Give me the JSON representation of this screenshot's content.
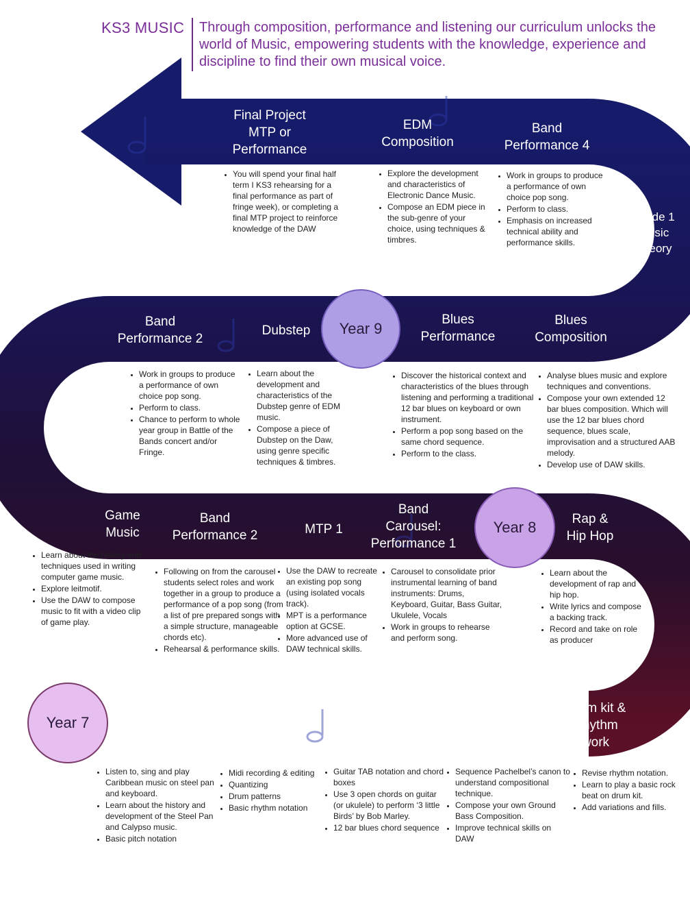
{
  "header": {
    "title": "KS3 MUSIC",
    "tagline": "Through composition, performance and listening our curriculum unlocks the world of Music, empowering students with the knowledge, experience and discipline to find their own musical voice."
  },
  "colors": {
    "row1": "#151a66",
    "row2": "#1a1240",
    "row3": "#23102e",
    "row4": "#4a0f22",
    "year9_circle": "#ad9ee6",
    "year8_circle": "#c9a3e8",
    "year7_circle": "#e6bff0",
    "header_text": "#7a2e98"
  },
  "years": {
    "year9": "Year 9",
    "year8": "Year 8",
    "year7": "Year 7"
  },
  "row1": {
    "final_project": {
      "title": "Final Project\nMTP or\nPerformance",
      "bullets": [
        "You will spend your final half term I KS3 rehearsing for a final performance as part of fringe week), or completing a final MTP project to reinforce knowledge of the DAW"
      ]
    },
    "edm": {
      "title": "EDM\nComposition",
      "bullets": [
        "Explore the development and characteristics of Electronic Dance Music.",
        "Compose an EDM piece in the sub-genre of your choice, using techniques & timbres."
      ]
    },
    "band4": {
      "title": "Band\nPerformance 4",
      "bullets": [
        "Work in groups to produce a performance of own choice pop song.",
        "Perform to class.",
        "Emphasis on increased technical ability and performance skills."
      ]
    },
    "grade1": {
      "title": "Grade 1\nMusic\nTheory"
    }
  },
  "row2": {
    "band2": {
      "title": "Band\nPerformance 2",
      "bullets": [
        "Work in groups to produce a performance of own choice pop song.",
        "Perform to class.",
        "Chance to perform to whole year group in Battle of the Bands concert and/or Fringe."
      ]
    },
    "dubstep": {
      "title": "Dubstep",
      "bullets": [
        "Learn about the development and characteristics of the Dubstep genre of EDM music.",
        "Compose a piece of Dubstep on the Daw, using genre specific techniques & timbres."
      ]
    },
    "blues_perf": {
      "title": "Blues\nPerformance",
      "bullets": [
        "Discover the historical context and characteristics of the blues through listening and performing a traditional 12 bar blues on keyboard or own instrument.",
        "Perform a pop song based on the same chord sequence.",
        "Perform to the class."
      ]
    },
    "blues_comp": {
      "title": "Blues\nComposition",
      "bullets": [
        "Analyse blues music and explore techniques and conventions.",
        "Compose your own extended 12 bar blues composition. Which will use the 12 bar blues chord sequence, blues scale, improvisation and a structured AAB melody.",
        "Develop use of DAW skills."
      ]
    }
  },
  "row3": {
    "game": {
      "title": "Game\nMusic",
      "bullets": [
        "Learn about the history and techniques used in writing computer game music.",
        "Explore leitmotif.",
        "Use the DAW to compose music to fit with a video clip of game play."
      ]
    },
    "band2": {
      "title": "Band\nPerformance 2",
      "bullets": [
        "Following on from the carousel students select roles and work together in a group to produce a performance of a pop song (from a list of pre prepared songs with a simple structure, manageable chords etc).",
        "Rehearsal & performance skills."
      ]
    },
    "mtp1": {
      "title": "MTP 1",
      "bullets": [
        "Use the DAW to recreate an existing pop song (using isolated vocals track).",
        "MPT is a performance option at GCSE.",
        "More advanced use of DAW technical skills."
      ]
    },
    "carousel": {
      "title": "Band\nCarousel:\nPerformance 1",
      "bullets": [
        "Carousel to consolidate prior instrumental learning of band instruments: Drums, Keyboard, Guitar, Bass Guitar, Ukulele, Vocals",
        "Work in groups to rehearse and perform song."
      ]
    },
    "rap": {
      "title": "Rap &\nHip Hop",
      "bullets": [
        "Learn about the development of rap and hip hop.",
        "Write lyrics and compose a backing track.",
        "Record and take on role as producer"
      ]
    }
  },
  "row4": {
    "caribbean": {
      "title": "Caribbean\nmusic",
      "bullets": [
        "Listen to, sing and play Caribbean music on steel pan and keyboard.",
        "Learn about the history and development of the Steel Pan and Calypso music.",
        "Basic pitch notation"
      ]
    },
    "daw": {
      "title": "Introduction\nto the D.A.W",
      "bullets": [
        "Midi recording & editing",
        "Quantizing",
        "Drum patterns",
        "Basic rhythm notation"
      ]
    },
    "guitar": {
      "title": "Guitar",
      "bullets": [
        "Guitar TAB notation and chord boxes",
        "Use 3 open chords on guitar (or ukulele) to perform ‘3 little Birds’ by Bob Marley.",
        "12 bar blues chord sequence"
      ]
    },
    "ground": {
      "title": "Ground\nBass",
      "bullets": [
        "Sequence Pachelbel’s canon to understand compositional technique.",
        "Compose your own Ground Bass Composition.",
        "Improve technical skills on DAW"
      ]
    },
    "drum": {
      "title": "Drum kit &\nRhythm\nwork",
      "bullets": [
        "Revise rhythm notation.",
        "Learn to play a basic rock beat on drum kit.",
        "Add variations and fills."
      ]
    }
  }
}
